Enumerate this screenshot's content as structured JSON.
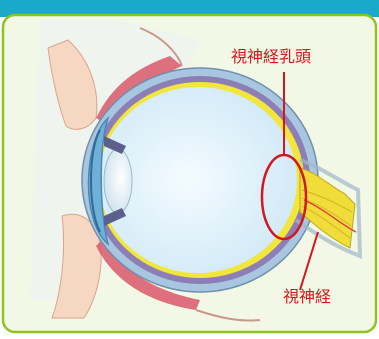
{
  "labels": {
    "optic_disc": "視神経乳頭",
    "optic_nerve": "視神経"
  },
  "colors": {
    "header_band": "#1aa9c8",
    "panel_background": "#f2f8e5",
    "panel_border": "#8fc31f",
    "label_red": "#d4171e",
    "sclera": "#a9c6e0",
    "vitreous": "#d6eef9",
    "retina": "#f2e53b",
    "eyelid_skin": "#f6d7c2",
    "eyelid_muscle": "#d9586a",
    "optic_nerve": "#f0dd3a"
  },
  "icons": [
    "eye-cross-section",
    "optic-disc-ring"
  ]
}
